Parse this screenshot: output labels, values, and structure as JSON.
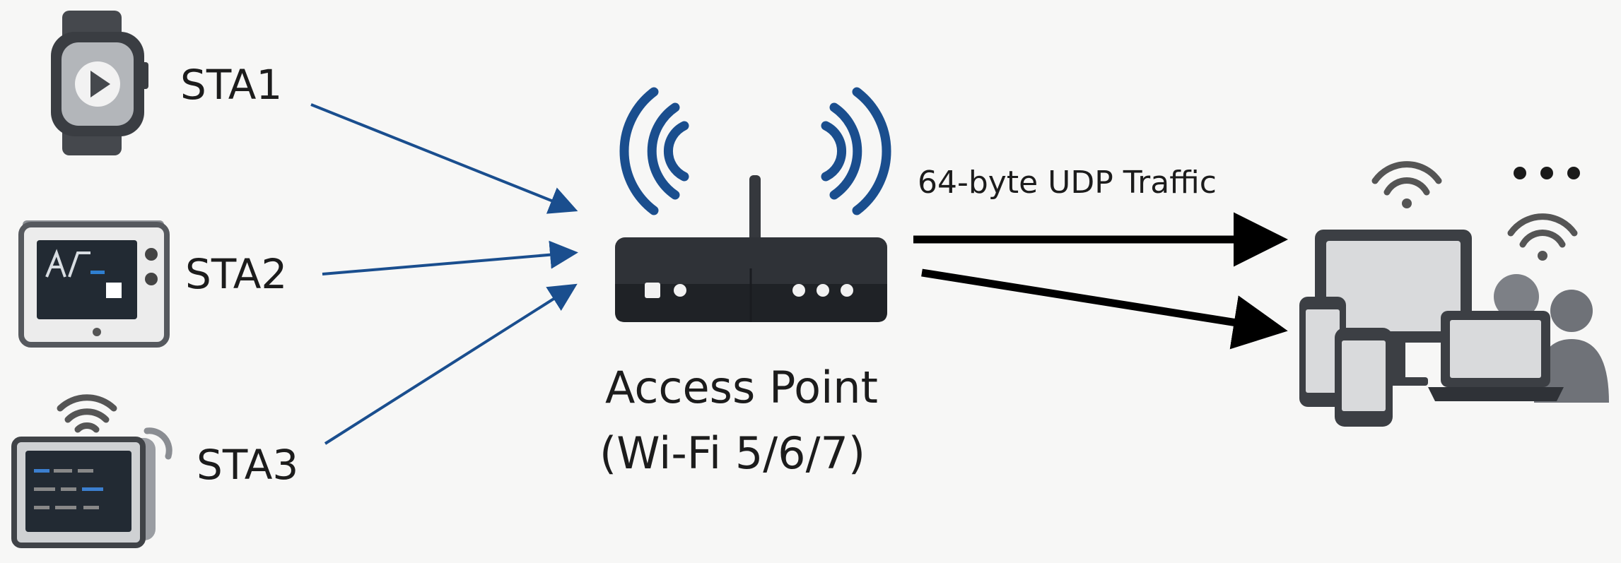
{
  "stations": [
    {
      "label": "STA1",
      "icon": "smartwatch-icon"
    },
    {
      "label": "STA2",
      "icon": "tablet-monitor-icon"
    },
    {
      "label": "STA3",
      "icon": "wireless-device-icon"
    }
  ],
  "access_point": {
    "name": "Access Point",
    "standard": "(Wi-Fi 5/6/7)",
    "icon": "router-icon"
  },
  "traffic_label": "64-byte UDP Traffic",
  "clients_icon": "client-devices-icon",
  "more_indicator_icon": "ellipsis-icon",
  "colors": {
    "uplink_arrow": "#1a4e8e",
    "wifi_waves": "#1a4e8e",
    "downlink_arrow": "#000000",
    "device_dark": "#3c3f44",
    "device_gray": "#7d8086",
    "screen_dark": "#222a33",
    "background": "#f7f7f6"
  }
}
